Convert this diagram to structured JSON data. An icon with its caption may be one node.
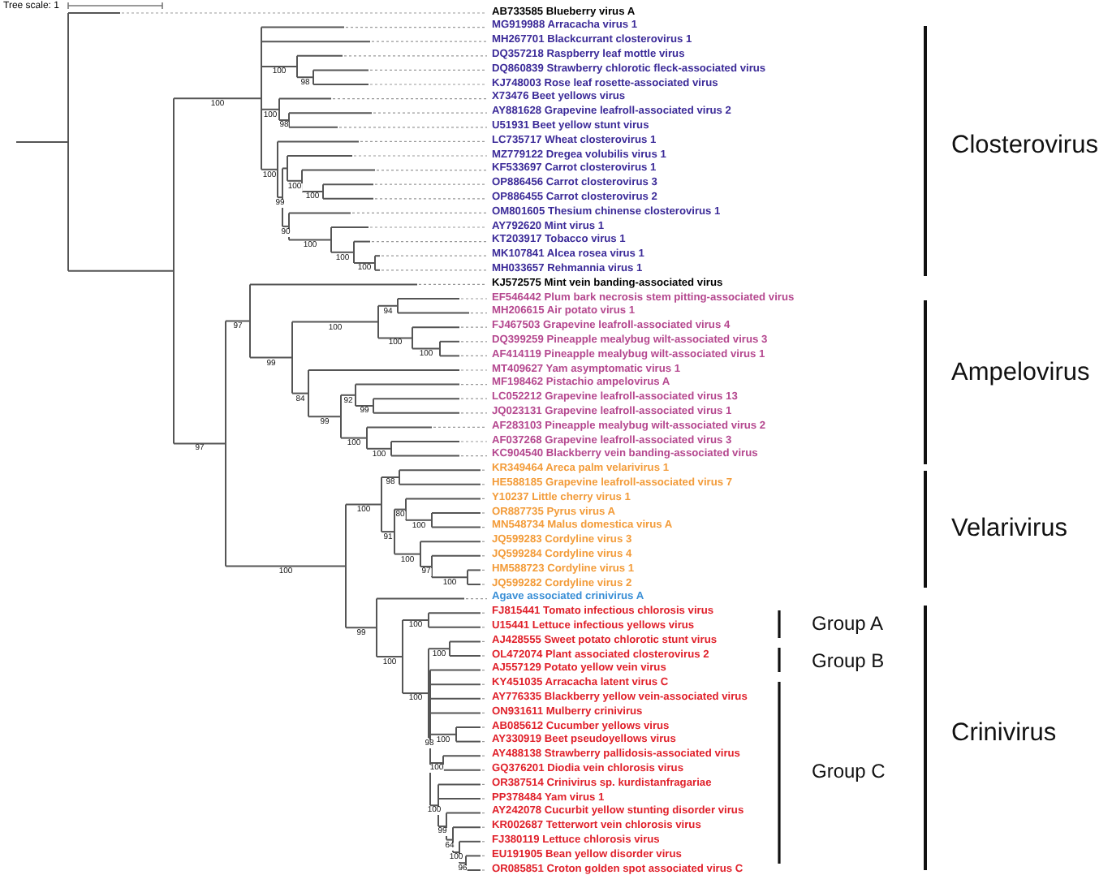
{
  "diagram": {
    "labels": [
      "Tree scale: 1",
      "AB733585 Blueberry virus A",
      "MG919988 Arracacha virus 1",
      "MH267701 Blackcurrant closterovirus 1",
      "DQ357218 Raspberry leaf mottle virus",
      "DQ860839 Strawberry chlorotic fleck-associated virus",
      "KJ748003 Rose leaf rosette-associated virus",
      "X73476 Beet yellows virus",
      "AY881628 Grapevine leafroll-associated virus 2",
      "U51931 Beet yellow stunt virus",
      "LC735717 Wheat closterovirus 1",
      "MZ779122 Dregea volubilis virus 1",
      "KF533697 Carrot closterovirus 1",
      "OP886456 Carrot closterovirus 3",
      "OP886455 Carrot closterovirus 2",
      "OM801605 Thesium chinense closterovirus 1",
      "AY792620 Mint virus 1",
      "KT203917 Tobacco virus 1",
      "MK107841 Alcea rosea virus 1",
      "MH033657 Rehmannia virus 1",
      "KJ572575 Mint vein banding-associated virus",
      "EF546442 Plum bark necrosis stem pitting-associated virus",
      "MH206615 Air potato virus 1",
      "FJ467503 Grapevine leafroll-associated virus 4",
      "DQ399259 Pineapple mealybug wilt-associated virus 3",
      "AF414119 Pineapple mealybug wilt-associated virus 1",
      "MT409627 Yam asymptomatic virus 1",
      "MF198462 Pistachio ampelovirus A",
      "LC052212 Grapevine leafroll-associated virus 13",
      "JQ023131 Grapevine leafroll-associated virus 1",
      "AF283103 Pineapple mealybug wilt-associated virus 2",
      "AF037268 Grapevine leafroll-associated virus 3",
      "KC904540 Blackberry vein banding-associated virus",
      "KR349464 Areca palm velarivirus 1",
      "HE588185 Grapevine leafroll-associated virus 7",
      "Y10237 Little cherry virus 1",
      "OR887735 Pyrus virus A",
      "MN548734 Malus domestica virus A",
      "JQ599283 Cordyline virus 3",
      "JQ599284 Cordyline virus 4",
      "HM588723 Cordyline virus 1",
      "JQ599282 Cordyline virus 2",
      "Agave associated crinivirus A",
      "FJ815441 Tomato infectious chlorosis virus",
      "U15441 Lettuce infectious yellows virus",
      "AJ428555 Sweet potato chlorotic stunt virus",
      "OL472074 Plant associated closterovirus 2",
      "AJ557129 Potato yellow vein virus",
      "KY451035 Arracacha latent virus C",
      "AY776335 Blackberry yellow vein-associated virus",
      "ON931611 Mulberry crinivirus",
      "AB085612 Cucumber yellows virus",
      "AY330919 Beet pseudoyellows virus",
      "AY488138 Strawberry pallidosis-associated virus",
      "GQ376201 Diodia vein chlorosis virus",
      "OR387514 Crinivirus sp. kurdistanfragariae",
      "PP378484 Yam virus 1",
      "AY242078 Cucurbit yellow stunting disorder virus",
      "KR002687 Tetterwort vein chlorosis virus",
      "FJ380119 Lettuce chlorosis virus",
      "EU191905 Bean yellow disorder virus",
      "OR085851 Croton golden spot associated virus C",
      "100",
      "100",
      "98",
      "100",
      "98",
      "100",
      "99",
      "100",
      "100",
      "90",
      "100",
      "100",
      "100",
      "97",
      "97",
      "99",
      "100",
      "94",
      "100",
      "100",
      "84",
      "99",
      "92",
      "99",
      "100",
      "100",
      "100",
      "100",
      "98",
      "91",
      "80",
      "100",
      "100",
      "97",
      "100",
      "99",
      "100",
      "100",
      "100",
      "100",
      "98",
      "100",
      "100",
      "100",
      "99",
      "64",
      "100",
      "96",
      "Closterovirus",
      "Ampelovirus",
      "Velarivirus",
      "Group A",
      "Group B",
      "Crinivirus",
      "Group C"
    ]
  }
}
